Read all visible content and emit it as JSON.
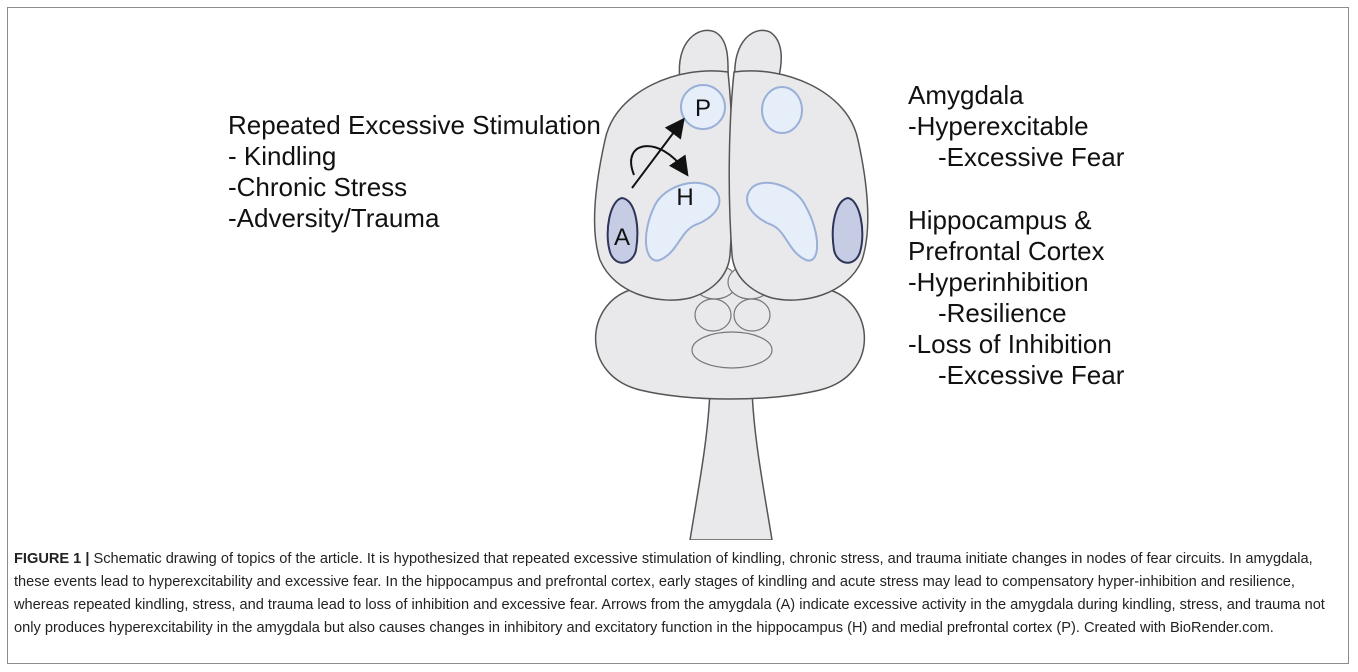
{
  "left_text": {
    "title": "Repeated Excessive Stimulation",
    "items": [
      "- Kindling",
      "-Chronic Stress",
      "-Adversity/Trauma"
    ]
  },
  "right_text": {
    "amygdala_title": "Amygdala",
    "amygdala_items": [
      "-Hyperexcitable",
      "-Excessive Fear"
    ],
    "hippo_title_1": "Hippocampus &",
    "hippo_title_2": "Prefrontal Cortex",
    "hippo_items": [
      "-Hyperinhibition",
      "-Resilience",
      "-Loss of Inhibition",
      "-Excessive Fear"
    ]
  },
  "brain_labels": {
    "p": "P",
    "h": "H",
    "a": "A"
  },
  "colors": {
    "brain_fill": "#e9e9eb",
    "brain_stroke": "#555555",
    "region_fill": "#e6eef9",
    "region_stroke": "#9ab0d8",
    "amygdala_fill": "#c5cce3",
    "amygdala_stroke": "#2e3558"
  },
  "caption": {
    "figure_label": "FIGURE 1 |",
    "text": " Schematic drawing of topics of the article. It is hypothesized that repeated excessive stimulation of kindling, chronic stress, and trauma initiate changes in nodes of fear circuits. In amygdala, these events lead to hyperexcitability and excessive fear. In the hippocampus and prefrontal cortex, early stages of kindling and acute stress may lead to compensatory hyper-inhibition and resilience, whereas repeated kindling, stress, and trauma lead to loss of inhibition and excessive fear. Arrows from the amygdala (A) indicate excessive activity in the amygdala during kindling, stress, and trauma not only produces hyperexcitability in the amygdala but also causes changes in inhibitory and excitatory function in the hippocampus (H) and medial prefrontal cortex (P). Created with BioRender.com."
  }
}
